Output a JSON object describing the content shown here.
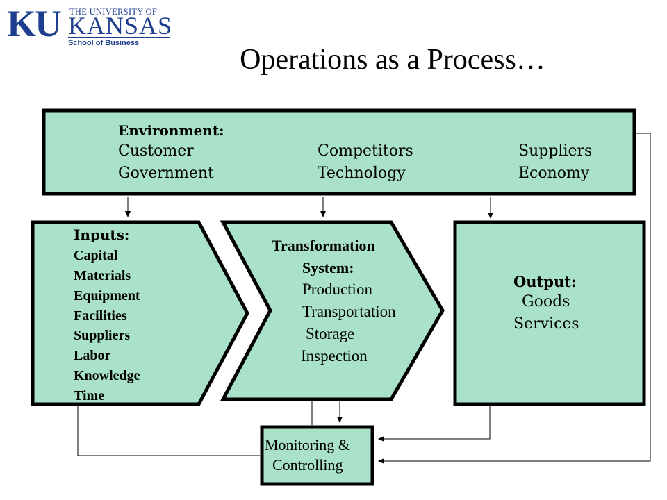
{
  "logo": {
    "mark": "KU",
    "university": "THE UNIVERSITY OF",
    "name": "KANSAS",
    "school": "School of Business"
  },
  "title": "Operations as a Process…",
  "environment": {
    "heading": "Environment:",
    "items": [
      "Customer",
      "Competitors",
      "Suppliers",
      "Government",
      "Technology",
      "Economy"
    ]
  },
  "inputs": {
    "heading": "Inputs:",
    "items": [
      "Capital",
      "Materials",
      "Equipment",
      "Facilities",
      "Suppliers",
      "Labor",
      "Knowledge",
      "Time"
    ]
  },
  "transformation": {
    "heading_1": "Transformation",
    "heading_2": "System:",
    "items": [
      "Production",
      "Transportation",
      "Storage",
      "Inspection"
    ]
  },
  "output": {
    "heading": "Output:",
    "items": [
      "Goods",
      "Services"
    ]
  },
  "monitoring": {
    "line_1": "Monitoring &",
    "line_2": "Controlling"
  },
  "colors": {
    "box_fill": "#a9e2c8",
    "border": "#000000",
    "logo": "#1d3e8e"
  }
}
